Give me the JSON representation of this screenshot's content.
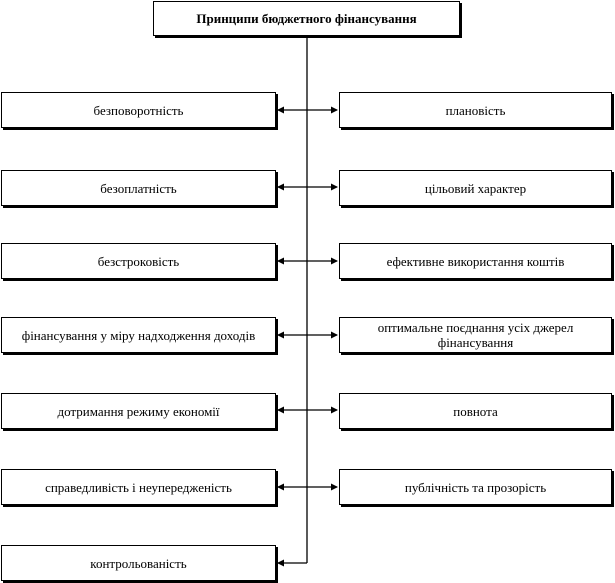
{
  "title": "Принципи бюджетного фінансування",
  "left": [
    "безповоротність",
    "безоплатність",
    "безстроковість",
    "фінансування у міру надходження доходів",
    "дотримання режиму економії",
    "справедливість і неупередженість",
    "контрольованість"
  ],
  "right": [
    "плановість",
    "цільовий характер",
    "ефективне використання коштів",
    "оптимальне поєднання усіх джерел фінансування",
    "повнота",
    "публічність та прозорість"
  ]
}
